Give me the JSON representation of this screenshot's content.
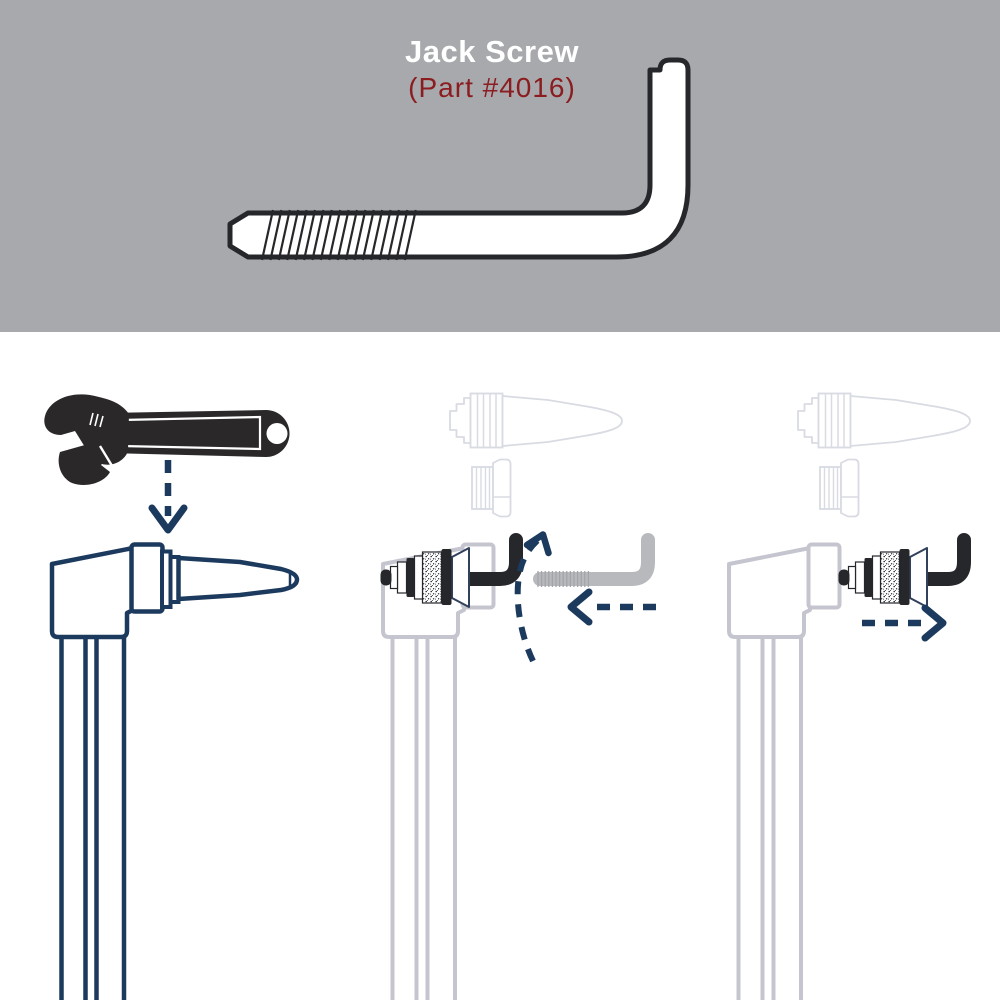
{
  "header": {
    "title": "Jack Screw",
    "part_number": "(Part #4016)"
  },
  "colors": {
    "paper": "#ffffff",
    "header_bg": "#a7a9ac",
    "title": "#ffffff",
    "part_red": "#8b1c20",
    "ink": "#26272b",
    "wrench_black": "#2b2829",
    "navy": "#1c3a5e",
    "ghost": "#c4c5cf",
    "ghost_light": "#d9dbe3",
    "gray_screw": "#b8b9bd",
    "gray_tick": "#a2a4a8"
  },
  "figures": {
    "header_illustration": "jack-screw-side-view",
    "panels": [
      {
        "id": "tool",
        "icons": [
          "adjustable-wrench-icon",
          "down-arrow-icon",
          "plasma-torch-assembled"
        ]
      },
      {
        "id": "insert-jack-screw",
        "icons": [
          "nozzle-shield-ghost",
          "retaining-cap-ghost",
          "plasma-torch-ghost",
          "electrode-cartridge",
          "jack-screw-hooked",
          "jack-screw-ghost",
          "rotate-arrow-icon",
          "insert-left-arrow-icon"
        ]
      },
      {
        "id": "extract-cartridge",
        "icons": [
          "nozzle-shield-ghost",
          "retaining-cap-ghost",
          "plasma-torch-ghost",
          "electrode-cartridge-removed",
          "jack-screw-hooked",
          "extract-right-arrow-icon"
        ]
      }
    ]
  }
}
